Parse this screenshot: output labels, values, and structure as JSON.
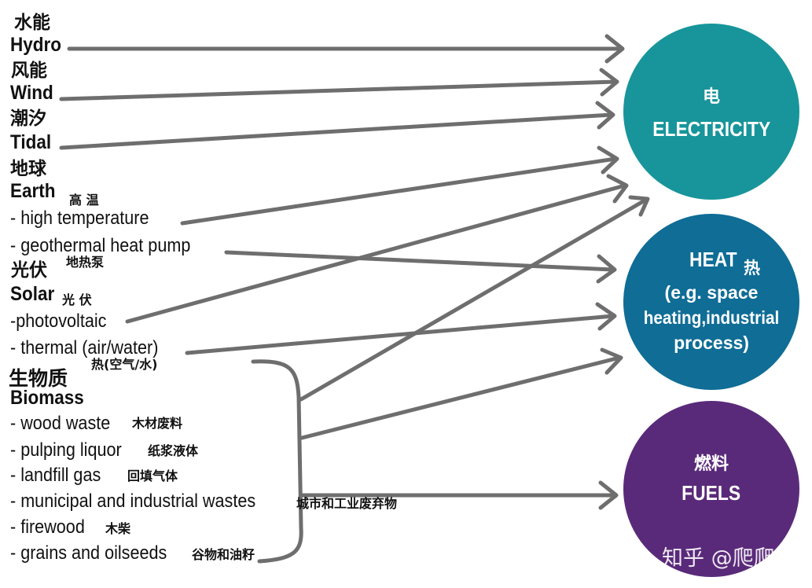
{
  "sources": {
    "hydro_zh": "水能",
    "hydro_en": "Hydro",
    "wind_zh": "风能",
    "wind_en": "Wind",
    "tidal_zh": "潮汐",
    "tidal_en": "Tidal",
    "earth_zh": "地球",
    "earth_en": "Earth",
    "earth_high_zh": "高 温",
    "earth_high_en": "- high temperature",
    "earth_pump_en": "- geothermal heat pump",
    "earth_pump_zh": "地热泵",
    "solar_zh": "光伏",
    "solar_en": "Solar",
    "solar_pv_zh": "光 伏",
    "solar_pv_en": "-photovoltaic",
    "solar_thermal_en": "- thermal (air/water)",
    "solar_thermal_zh": "热(空气/水)",
    "biomass_zh": "生物质",
    "biomass_en": "Biomass",
    "biomass_items": [
      {
        "en": "- wood waste",
        "zh": "木材废料"
      },
      {
        "en": "- pulping liquor",
        "zh": "纸浆液体"
      },
      {
        "en": "- landfill gas",
        "zh": "回填气体"
      },
      {
        "en": "- municipal and industrial wastes",
        "zh": "城市和工业废弃物"
      },
      {
        "en": "- firewood",
        "zh": "木柴"
      },
      {
        "en": "- grains and oilseeds",
        "zh": "谷物和油籽"
      }
    ]
  },
  "targets": {
    "electricity_zh": "电",
    "electricity_en": "ELECTRICITY",
    "heat_en": "HEAT",
    "heat_zh": "热",
    "heat_desc_1": "(e.g. space",
    "heat_desc_2": "heating,industrial",
    "heat_desc_3": "process)",
    "fuels_zh": "燃料",
    "fuels_en": "FUELS"
  },
  "colors": {
    "electricity": "#17959b",
    "heat": "#0f6d96",
    "fuels": "#5a2a7a",
    "arrow": "#6e6e6e"
  },
  "watermark": "知乎 @爬爬"
}
